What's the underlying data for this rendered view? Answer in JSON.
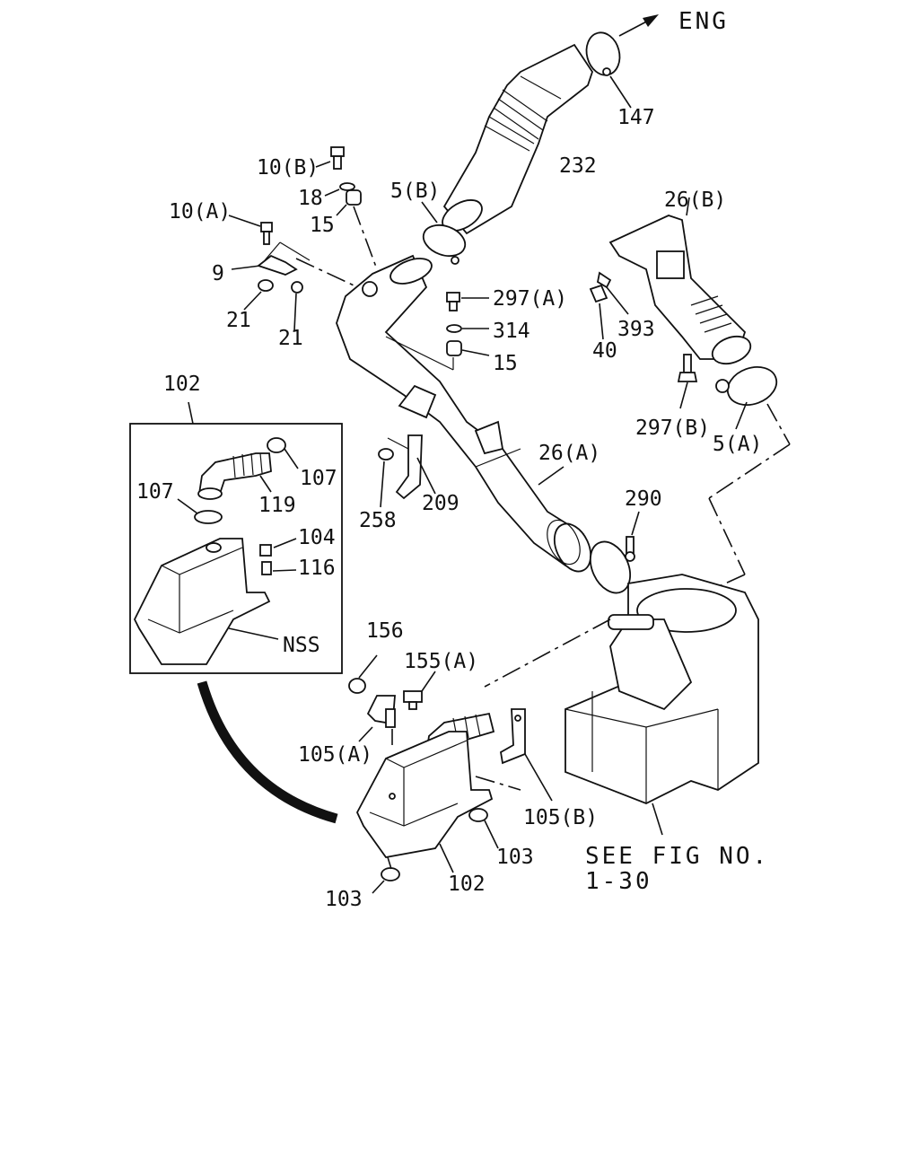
{
  "labels": {
    "eng": "ENG",
    "p147": "147",
    "p232": "232",
    "p10b": "10(B)",
    "p18": "18",
    "p15a": "15",
    "p5b": "5(B)",
    "p10a": "10(A)",
    "p9": "9",
    "p21a": "21",
    "p21b": "21",
    "p297a": "297(A)",
    "p314": "314",
    "p15b": "15",
    "p26b": "26(B)",
    "p393": "393",
    "p40": "40",
    "p297b": "297(B)",
    "p5a": "5(A)",
    "p102a": "102",
    "p107a": "107",
    "p107b": "107",
    "p119": "119",
    "p104": "104",
    "p116": "116",
    "nss": "NSS",
    "p258": "258",
    "p209": "209",
    "p26a": "26(A)",
    "p290": "290",
    "p156": "156",
    "p155a": "155(A)",
    "p105a": "105(A)",
    "p105b": "105(B)",
    "p103a": "103",
    "p103b": "103",
    "p102b": "102",
    "seefig1": "SEE FIG NO.",
    "seefig2": "1-30"
  }
}
